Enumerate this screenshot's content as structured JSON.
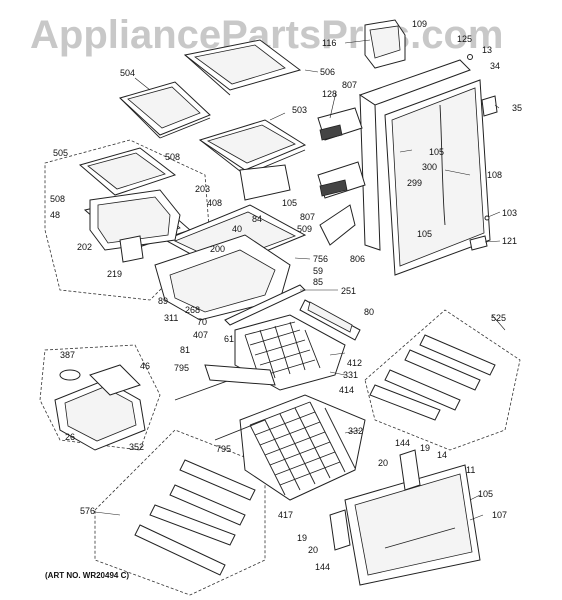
{
  "watermark": "AppliancePartsPros.com",
  "art_number": "(ART NO. WR20494 C)",
  "callouts": [
    "109",
    "116",
    "125",
    "13",
    "34",
    "504",
    "506",
    "807",
    "128",
    "503",
    "35",
    "105",
    "505",
    "300",
    "508",
    "299",
    "108",
    "203",
    "408",
    "48",
    "807",
    "103",
    "84",
    "40",
    "200",
    "509",
    "202",
    "105",
    "121",
    "806",
    "756",
    "59",
    "219",
    "85",
    "251",
    "89",
    "268",
    "311",
    "70",
    "80",
    "407",
    "61",
    "525",
    "387",
    "46",
    "81",
    "412",
    "331",
    "795",
    "414",
    "332",
    "26",
    "352",
    "795",
    "144",
    "19",
    "20",
    "14",
    "11",
    "576",
    "105",
    "107",
    "417",
    "19",
    "20",
    "144"
  ]
}
